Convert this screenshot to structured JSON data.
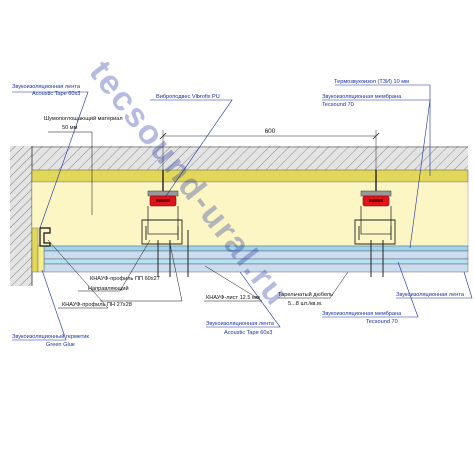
{
  "dimension": "600",
  "labels": {
    "acoustic_tape_top": [
      "Звукоизоляционная лента",
      "Acoustic Tape 60х3"
    ],
    "vibro_mount": "Виброподвес Vibrofix PU",
    "absorber": [
      "Шумопоглощающий материал",
      "50 мм"
    ],
    "thermo": "Термозвукоизол (ТЗИ) 10 мм",
    "membrane_top": [
      "Звукоизоляционная мембрана",
      "Tecsound 70"
    ],
    "sealant": [
      "Звукоизоляционный герметик",
      "Green Glue"
    ],
    "profile_pn": "КНАУФ-профиль ПН 27х28",
    "guide": "Направляющий",
    "profile_pp": "КНАУФ-профиль ПП 60х27",
    "gypsum": "КНАУФ-лист 12.5 мм",
    "tape_bottom": [
      "Звукоизоляционная лента",
      "Acoustic Tape 60х3"
    ],
    "dowel": [
      "Тарельчатый дюбель",
      "5...8 шт./кв.м."
    ],
    "membrane_bottom": [
      "Звукоизоляционная мембрана",
      "Tecsound 70"
    ],
    "tape_right": "Звукоизоляционная лента"
  },
  "watermark": "tecsound-ural.ru",
  "colors": {
    "label_blue": "#1a2f9e",
    "concrete": "#e4e4e4",
    "thermo": "#e3d75a",
    "absorber": "#fbf6c4",
    "membrane": "#b6e3f4",
    "board": "#ccdcef",
    "mount_red": "#e0141e"
  }
}
